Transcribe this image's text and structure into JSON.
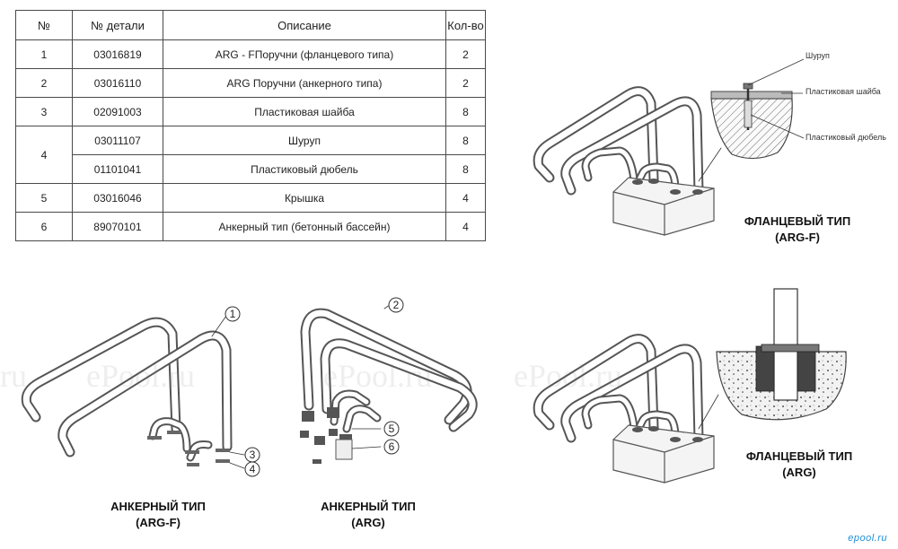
{
  "table": {
    "headers": [
      "№",
      "№ детали",
      "Описание",
      "Кол-во"
    ],
    "rows": [
      {
        "no": "1",
        "part": "03016819",
        "desc": "ARG - FПоручни (фланцевого типа)",
        "qty": "2"
      },
      {
        "no": "2",
        "part": "03016110",
        "desc": "ARG Поручни (анкерного типа)",
        "qty": "2"
      },
      {
        "no": "3",
        "part": "02091003",
        "desc": "Пластиковая шайба",
        "qty": "8"
      },
      {
        "no": "4",
        "part": "03011107",
        "desc": "Шуруп",
        "qty": "8"
      },
      {
        "no": "",
        "part": "01101041",
        "desc": "Пластиковый дюбель",
        "qty": "8"
      },
      {
        "no": "5",
        "part": "03016046",
        "desc": "Крышка",
        "qty": "4"
      },
      {
        "no": "6",
        "part": "89070101",
        "desc": "Анкерный тип (бетонный бассейн)",
        "qty": "4"
      }
    ]
  },
  "labels": {
    "flange_f_line1": "ФЛАНЦЕВЫЙ ТИП",
    "flange_f_line2": "(ARG-F)",
    "anchor_f_line1": "АНКЕРНЫЙ ТИП",
    "anchor_f_line2": "(ARG-F)",
    "anchor_line1": "АНКЕРНЫЙ ТИП",
    "anchor_line2": "(ARG)",
    "flange_line1": "ФЛАНЦЕВЫЙ ТИП",
    "flange_line2": "(ARG)"
  },
  "callouts": {
    "screw": "Шуруп",
    "washer": "Пластиковая шайба",
    "dowel": "Пластиковый дюбель"
  },
  "markers": [
    "1",
    "2",
    "3",
    "4",
    "5",
    "6"
  ],
  "watermarks": [
    "ePool.ru",
    "ePool.ru",
    "ePool.ru",
    "ru"
  ],
  "brand": "epool.ru"
}
